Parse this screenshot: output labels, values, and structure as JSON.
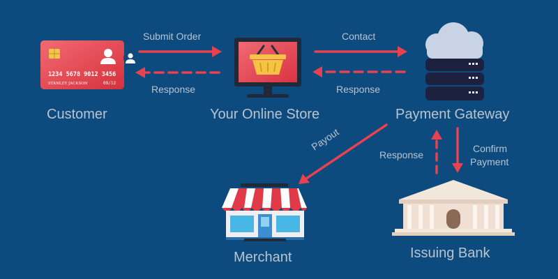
{
  "nodes": {
    "customer": "Customer",
    "store": "Your Online Store",
    "gateway": "Payment Gateway",
    "merchant": "Merchant",
    "bank": "Issuing Bank"
  },
  "edges": {
    "submit_order": "Submit Order",
    "response_store_customer": "Response",
    "contact": "Contact",
    "response_gateway_store": "Response",
    "payout": "Payout",
    "response_bank_gateway": "Response",
    "confirm_payment_line1": "Confirm",
    "confirm_payment_line2": "Payment"
  },
  "card": {
    "number": "1234 5678 9012 3456",
    "holder": "STANLEY JACKSON",
    "expiry": "09/12"
  },
  "colors": {
    "background": "#0d4a7e",
    "arrow": "#e8414f",
    "label": "#b9c4cf",
    "card_start": "#f25b66",
    "card_end": "#d6343f"
  }
}
